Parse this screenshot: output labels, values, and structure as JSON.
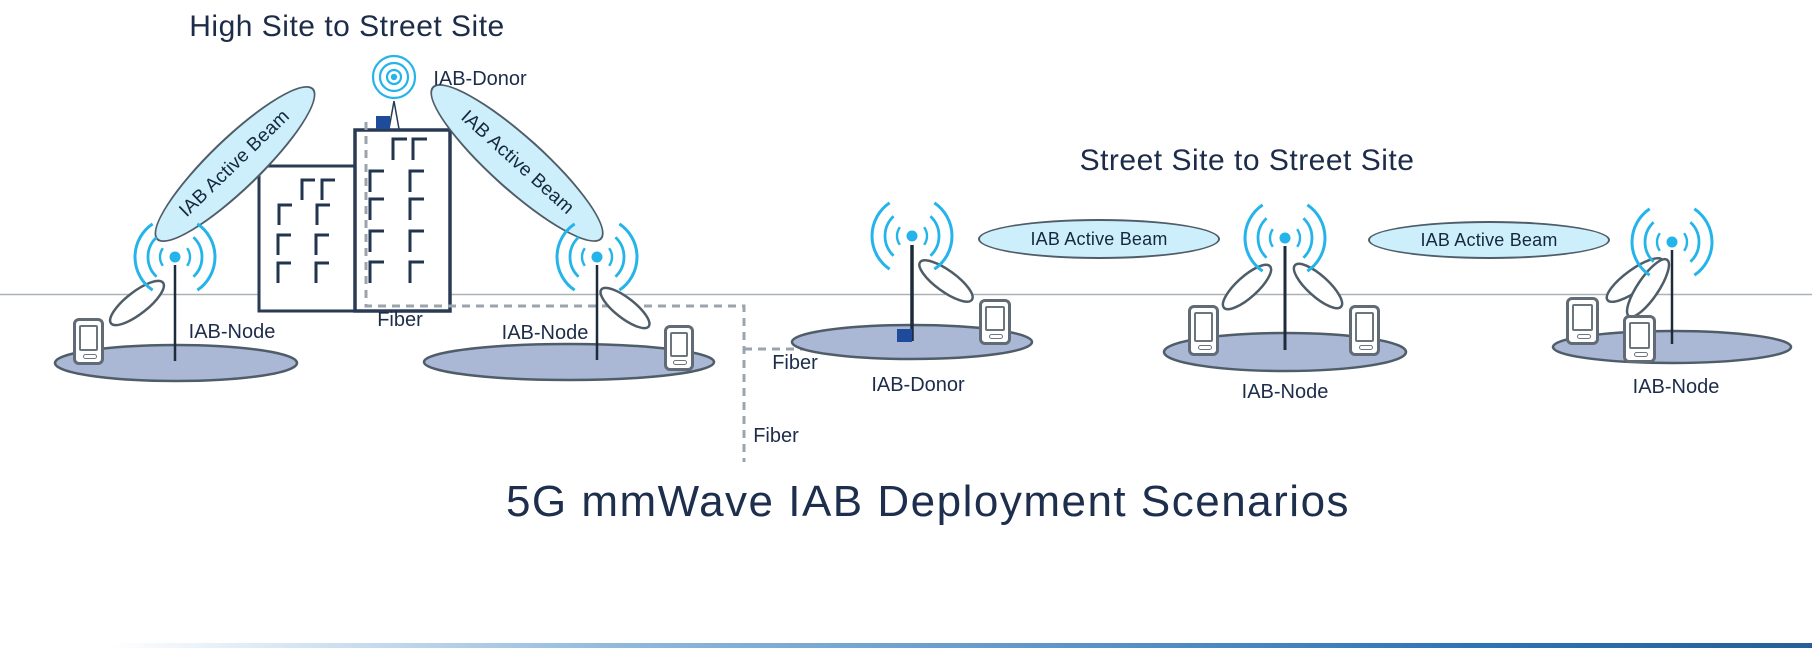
{
  "scenario_high_site": {
    "title": "High Site to Street Site",
    "donor_label": "IAB-Donor",
    "beam_left_label": "IAB Active Beam",
    "beam_right_label": "IAB Active Beam",
    "node_left_label": "IAB-Node",
    "node_right_label": "IAB-Node",
    "fiber_label_building": "Fiber"
  },
  "scenario_street_site": {
    "title": "Street Site to Street Site",
    "donor_label": "IAB-Donor",
    "beam_1_label": "IAB Active Beam",
    "beam_2_label": "IAB Active Beam",
    "node_1_label": "IAB-Node",
    "node_2_label": "IAB-Node",
    "fiber_label_donor": "Fiber",
    "fiber_label_trunk": "Fiber"
  },
  "footer": {
    "main_title": "5G mmWave IAB Deployment Scenarios"
  },
  "icons": {
    "omni_antenna": "concentric-cyan-circles",
    "node_antenna": "cyan-signal-arcs-with-dot",
    "beam_lobe": "white-ellipse-lobe",
    "phone": "smartphone-outline",
    "building": "navy-outline-building-with-windows",
    "platform": "blue-grey-ellipse-base"
  },
  "colors": {
    "accent_cyan": "#24b4ea",
    "beam_fill": "#cdeffb",
    "beam_outline": "#4e5d68",
    "platform_fill": "#aab7d5",
    "building_navy": "#2a3a55",
    "fiber_grey": "#9ba4ac",
    "deep_blue_square": "#1e4b9a",
    "text_navy": "#1c2c49",
    "ground_line": "#a9b1b9",
    "bottom_bar_blue": "#2e74b5"
  }
}
